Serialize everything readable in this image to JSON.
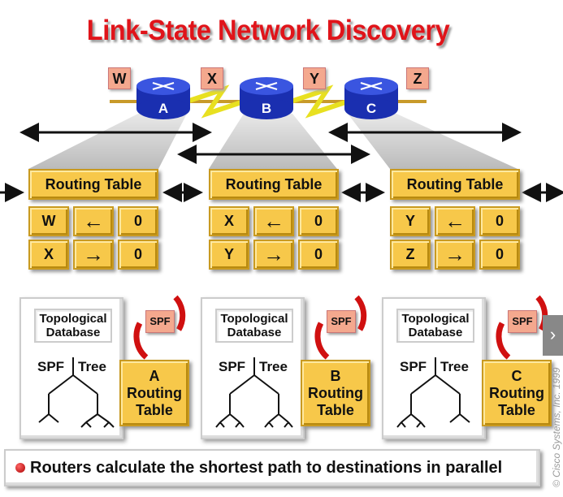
{
  "title": "Link-State Network Discovery",
  "networks": [
    "W",
    "X",
    "Y",
    "Z"
  ],
  "routers": [
    {
      "name": "A",
      "table_header": "Routing Table",
      "rows": [
        {
          "dest": "W",
          "dir": "←",
          "cost": "0"
        },
        {
          "dest": "X",
          "dir": "→",
          "cost": "0"
        }
      ],
      "topo": [
        "Topological",
        "Database"
      ],
      "spf": "SPF",
      "spf_tree": [
        "SPF",
        "Tree"
      ],
      "rt": [
        "A",
        "Routing",
        "Table"
      ]
    },
    {
      "name": "B",
      "table_header": "Routing Table",
      "rows": [
        {
          "dest": "X",
          "dir": "←",
          "cost": "0"
        },
        {
          "dest": "Y",
          "dir": "→",
          "cost": "0"
        }
      ],
      "topo": [
        "Topological",
        "Database"
      ],
      "spf": "SPF",
      "spf_tree": [
        "SPF",
        "Tree"
      ],
      "rt": [
        "B",
        "Routing",
        "Table"
      ]
    },
    {
      "name": "C",
      "table_header": "Routing Table",
      "rows": [
        {
          "dest": "Y",
          "dir": "←",
          "cost": "0"
        },
        {
          "dest": "Z",
          "dir": "→",
          "cost": "0"
        }
      ],
      "topo": [
        "Topological",
        "Database"
      ],
      "spf": "SPF",
      "spf_tree": [
        "SPF",
        "Tree"
      ],
      "rt": [
        "C",
        "Routing",
        "Table"
      ]
    }
  ],
  "caption": "Routers calculate the shortest path to destinations in parallel",
  "copyright": "© Cisco Systems, Inc. 1999",
  "nav": "›"
}
